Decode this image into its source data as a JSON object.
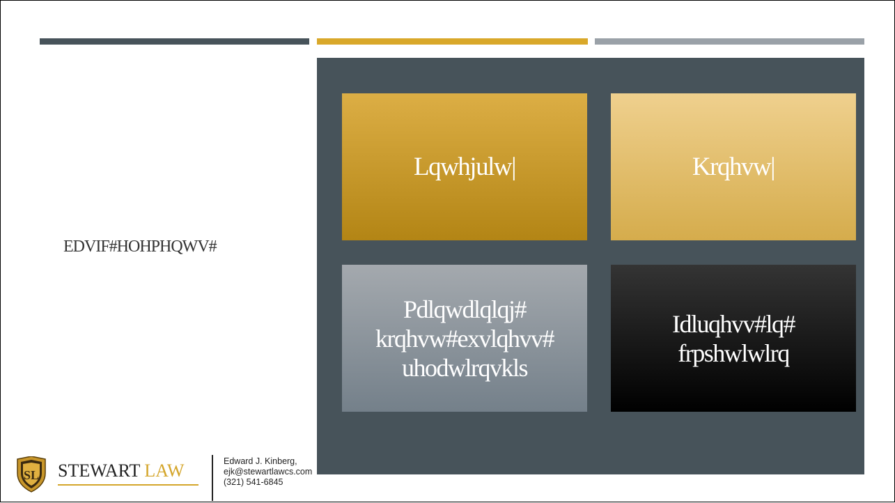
{
  "slide": {
    "left_title": "EDVIF#HOHPHQWV#",
    "tiles": [
      {
        "text": "Lqwhjulw|"
      },
      {
        "text": "Krqhvw|"
      },
      {
        "lines": [
          "Pdlqwdlqlqj#",
          "krqhvw#exvlqhvv#",
          "uhodwlrqvkls"
        ]
      },
      {
        "lines": [
          "Idluqhvv#lq#",
          "frpshwlwlrq"
        ]
      }
    ]
  },
  "footer": {
    "brand_part1": "STEWART ",
    "brand_part2": "LAW",
    "contact_name": "Edward J. Kinberg,",
    "contact_email": "ejk@stewartlawcs.com",
    "contact_phone": "(321) 541-6845",
    "logo_icon": "shield-logo-icon"
  },
  "colors": {
    "dark": "#47535a",
    "gold": "#d9a82a",
    "gray": "#9aa1a8"
  }
}
